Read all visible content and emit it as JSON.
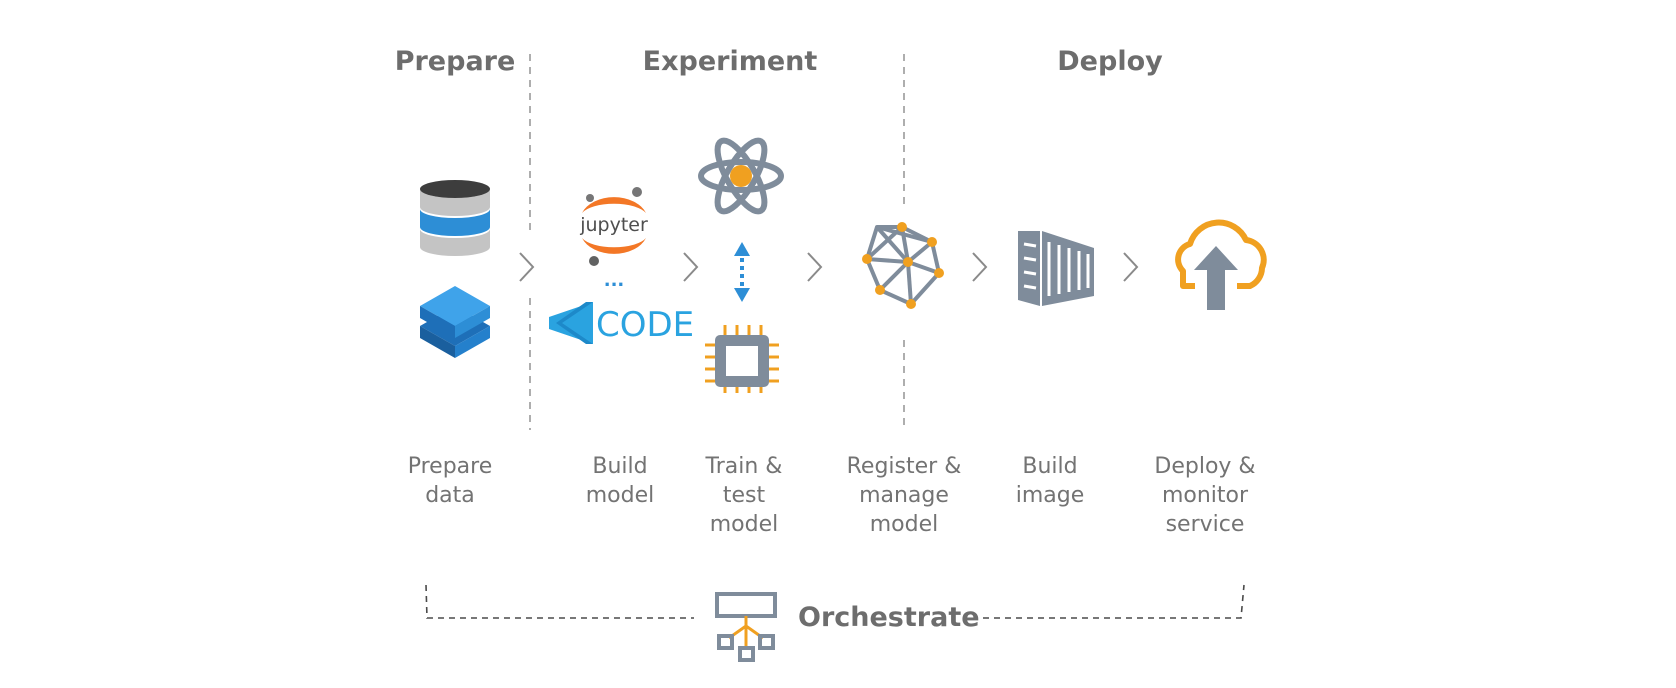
{
  "phases": {
    "prepare": "Prepare",
    "experiment": "Experiment",
    "deploy": "Deploy"
  },
  "steps": [
    {
      "id": "prepare-data",
      "label": "Prepare\ndata",
      "icons": [
        "database-icon",
        "layers-icon"
      ]
    },
    {
      "id": "build-model",
      "label": "Build\nmodel",
      "icons": [
        "jupyter-icon",
        "vscode-icon"
      ]
    },
    {
      "id": "train-test-model",
      "label": "Train &\ntest\nmodel",
      "icons": [
        "atom-icon",
        "cpu-chip-icon"
      ]
    },
    {
      "id": "register-manage-model",
      "label": "Register &\nmanage\nmodel",
      "icons": [
        "network-model-icon"
      ]
    },
    {
      "id": "build-image",
      "label": "Build\nimage",
      "icons": [
        "container-icon"
      ]
    },
    {
      "id": "deploy-monitor-service",
      "label": "Deploy &\nmonitor\nservice",
      "icons": [
        "cloud-upload-icon"
      ]
    }
  ],
  "logos": {
    "jupyter": "jupyter",
    "code": "CODE",
    "ellipsis": "..."
  },
  "orchestrate": "Orchestrate",
  "colors": {
    "text": "#6d6d6d",
    "gray_icon": "#7f8c9b",
    "blue": "#2d8ed6",
    "orange": "#f0a020",
    "jupyter_orange": "#f37726",
    "code_blue": "#2aa3e0",
    "divider": "#9a9a9a"
  }
}
